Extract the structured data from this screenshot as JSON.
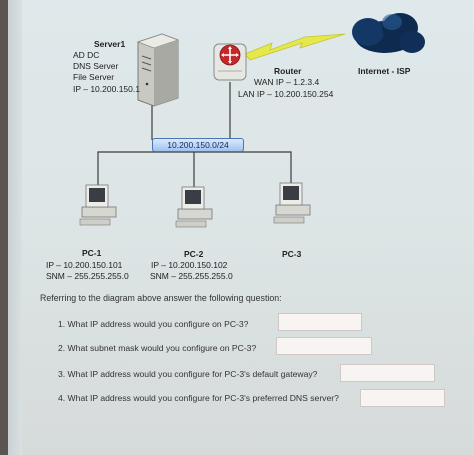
{
  "diagram": {
    "server": {
      "title": "Server1",
      "lines": [
        "AD DC",
        "DNS Server",
        "File Server",
        "IP – 10.200.150.1"
      ]
    },
    "router": {
      "title": "Router",
      "wan": "WAN IP – 1.2.3.4",
      "lan": "LAN IP – 10.200.150.254"
    },
    "internet": {
      "label": "Internet - ISP"
    },
    "network": {
      "label": "10.200.150.0/24"
    },
    "pcs": [
      {
        "name": "PC-1",
        "ip": "IP – 10.200.150.101",
        "snm": "SNM – 255.255.255.0"
      },
      {
        "name": "PC-2",
        "ip": "IP – 10.200.150.102",
        "snm": "SNM – 255.255.255.0"
      },
      {
        "name": "PC-3"
      }
    ]
  },
  "quiz": {
    "intro": "Referring to the diagram above answer the following question:",
    "questions": [
      "1. What IP address would you configure on PC-3?",
      "2. What subnet mask would you configure on PC-3?",
      "3. What IP address would you configure for PC-3's default gateway?",
      "4. What IP address would you configure for PC-3's preferred DNS server?"
    ]
  },
  "colors": {
    "link_line": "#3d3d3d",
    "wan_bolt": "#e4e84a",
    "cloud": "#0e2a4f",
    "router_icon": "#c8262b",
    "network_bar": "#9fc3f0"
  }
}
